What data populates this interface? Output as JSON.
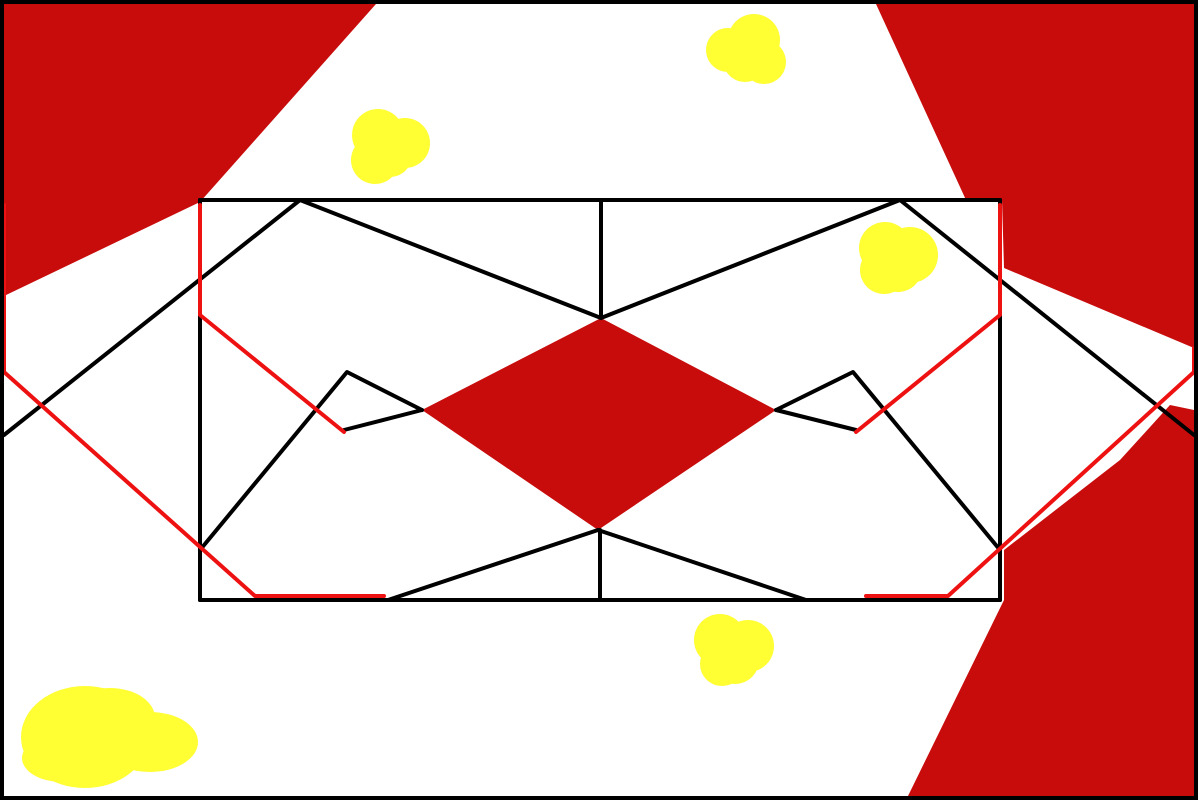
{
  "colors": {
    "background": "#ffffff",
    "red_fill": "#c80c0c",
    "red_line": "#ee1111",
    "black_line": "#000000",
    "yellow_blob": "#ffff33"
  },
  "shapes": {
    "red_polygons": [
      "top-left-corner",
      "top-right-corner",
      "bottom-right-corner",
      "center-diamond"
    ],
    "yellow_blobs": 6,
    "black_frame": "rectangle",
    "red_line_paths": 2
  }
}
